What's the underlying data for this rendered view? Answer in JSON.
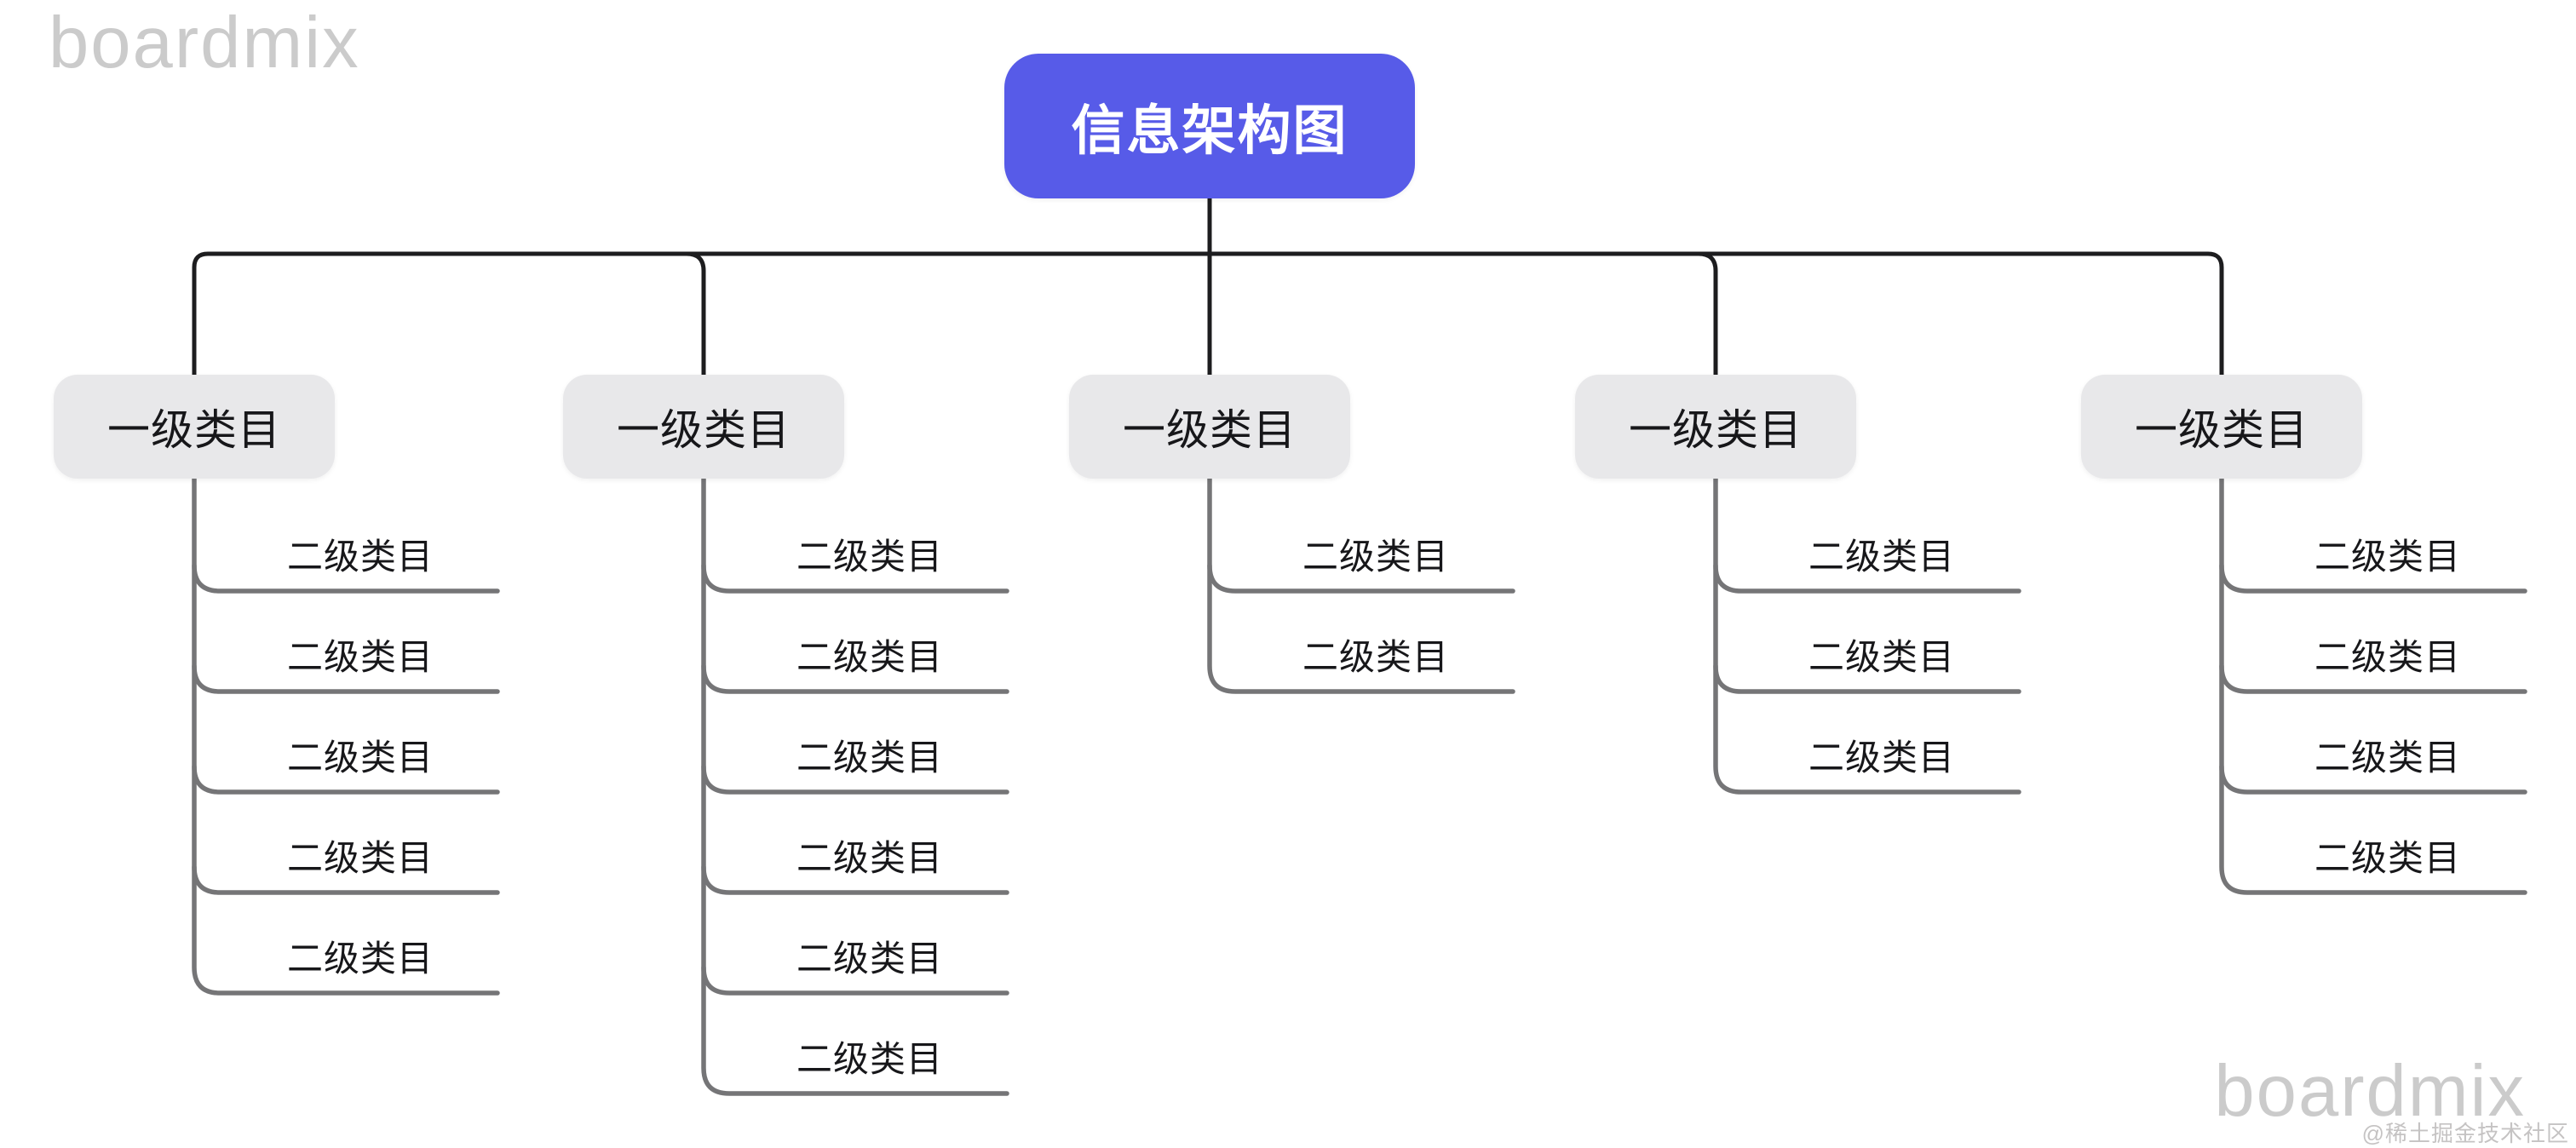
{
  "watermarks": {
    "top_left": "boardmix",
    "bottom_right": "boardmix",
    "credit": "@稀土掘金技术社区"
  },
  "diagram": {
    "root": {
      "label": "信息架构图"
    },
    "branches": [
      {
        "label": "一级类目",
        "children": [
          "二级类目",
          "二级类目",
          "二级类目",
          "二级类目",
          "二级类目"
        ]
      },
      {
        "label": "一级类目",
        "children": [
          "二级类目",
          "二级类目",
          "二级类目",
          "二级类目",
          "二级类目",
          "二级类目"
        ]
      },
      {
        "label": "一级类目",
        "children": [
          "二级类目",
          "二级类目"
        ]
      },
      {
        "label": "一级类目",
        "children": [
          "二级类目",
          "二级类目",
          "二级类目"
        ]
      },
      {
        "label": "一级类目",
        "children": [
          "二级类目",
          "二级类目",
          "二级类目",
          "二级类目"
        ]
      }
    ],
    "colors": {
      "root_fill": "#575be8",
      "root_text": "#ffffff",
      "node_fill": "#e8e8ea",
      "node_text": "#17171a",
      "connector": "#1d1d1f",
      "branch_line": "#757577",
      "watermark": "#cbcbcb",
      "credit": "#c5c3c3",
      "background": "#ffffff"
    }
  }
}
